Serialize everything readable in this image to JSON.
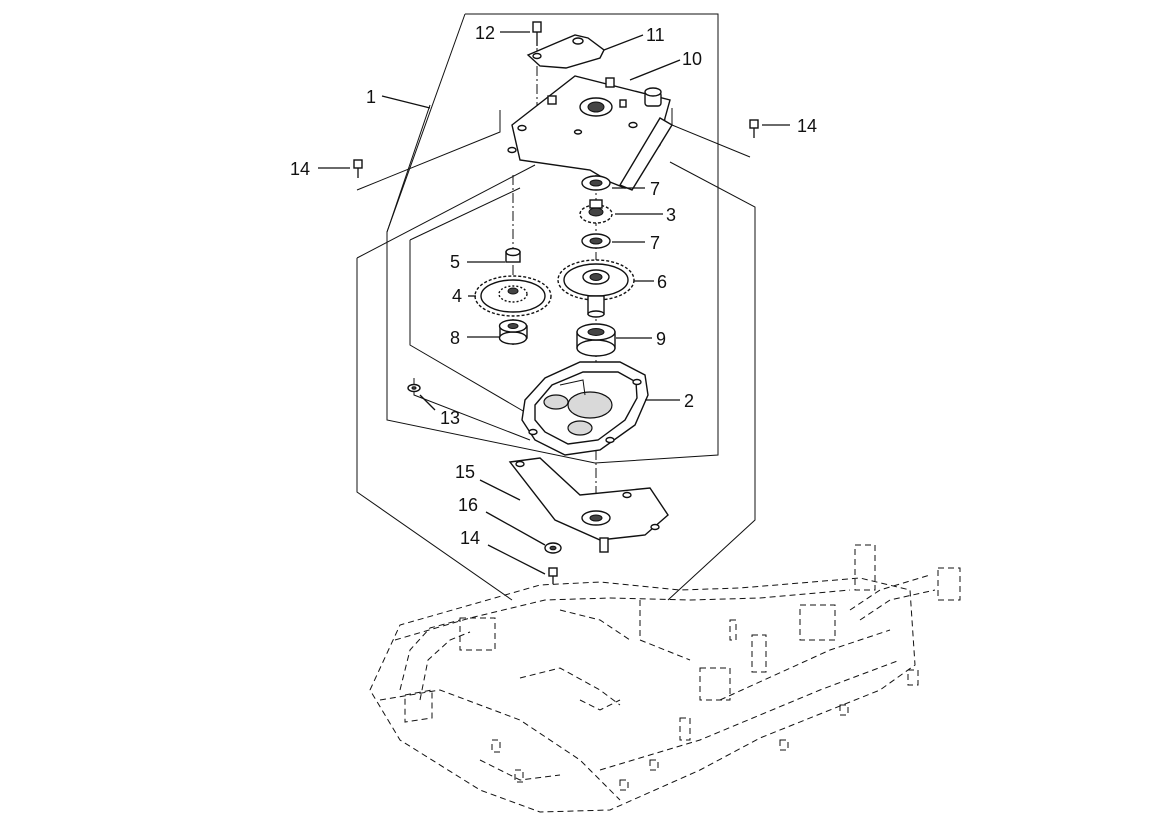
{
  "callouts": [
    {
      "id": "c1",
      "label": "1"
    },
    {
      "id": "c2",
      "label": "2"
    },
    {
      "id": "c3",
      "label": "3"
    },
    {
      "id": "c4",
      "label": "4"
    },
    {
      "id": "c5",
      "label": "5"
    },
    {
      "id": "c6",
      "label": "6"
    },
    {
      "id": "c7a",
      "label": "7"
    },
    {
      "id": "c7b",
      "label": "7"
    },
    {
      "id": "c8",
      "label": "8"
    },
    {
      "id": "c9",
      "label": "9"
    },
    {
      "id": "c10",
      "label": "10"
    },
    {
      "id": "c11",
      "label": "11"
    },
    {
      "id": "c12",
      "label": "12"
    },
    {
      "id": "c13",
      "label": "13"
    },
    {
      "id": "c14a",
      "label": "14"
    },
    {
      "id": "c14b",
      "label": "14"
    },
    {
      "id": "c14c",
      "label": "14"
    },
    {
      "id": "c15",
      "label": "15"
    },
    {
      "id": "c16",
      "label": "16"
    }
  ]
}
